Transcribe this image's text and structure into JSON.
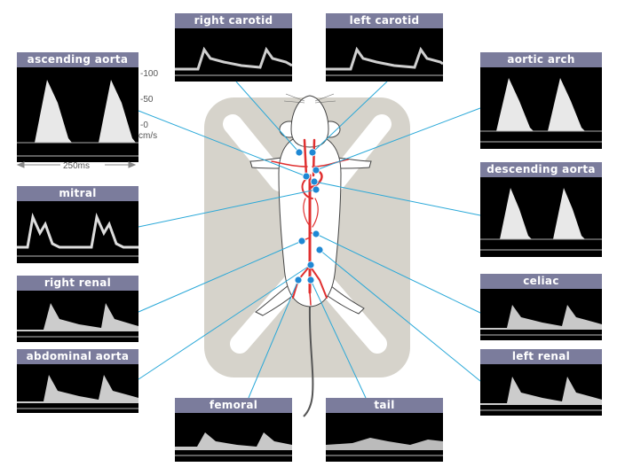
{
  "panels": {
    "ascending_aorta": "ascending aorta",
    "right_carotid": "right carotid",
    "left_carotid": "left carotid",
    "aortic_arch": "aortic arch",
    "descending_aorta": "descending aorta",
    "mitral": "mitral",
    "right_renal": "right renal",
    "abdominal_aorta": "abdominal aorta",
    "celiac": "celiac",
    "left_renal": "left renal",
    "femoral": "femoral",
    "tail": "tail"
  },
  "scale": {
    "tick_100": "-100",
    "tick_50": "-50",
    "tick_0": "-0",
    "unit": "cm/s",
    "time": "250ms"
  },
  "colors": {
    "title_bar": "#7b7c9c",
    "leader_line": "#29a8d8",
    "marker": "#1f88d4",
    "vessel": "#e03030",
    "board": "#d6d3cb"
  }
}
